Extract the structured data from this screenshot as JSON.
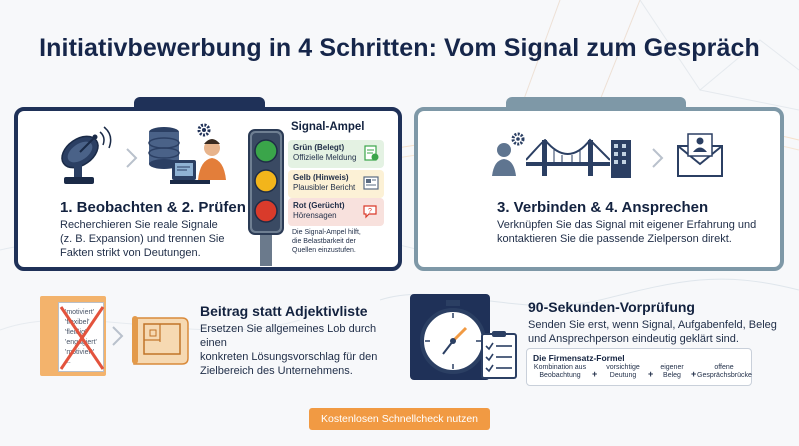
{
  "title": "Initiativbewerbung in 4 Schritten: Vom Signal zum Gespräch",
  "panel_left": {
    "heading": "1. Beobachten & 2. Prüfen",
    "text_lines": [
      "Recherchieren Sie reale Signale",
      "(z. B. Expansion) und trennen Sie",
      "Fakten strikt von Deutungen."
    ]
  },
  "ampel": {
    "title": "Signal-Ampel",
    "rows": [
      {
        "title": "Grün (Belegt)",
        "desc": "Offizielle Meldung",
        "color": "#3aa54a",
        "bg": "#e4f2e3"
      },
      {
        "title": "Gelb (Hinweis)",
        "desc": "Plausibler Bericht",
        "color": "#f3b51b",
        "bg": "#fcf1d6"
      },
      {
        "title": "Rot (Gerücht)",
        "desc": "Hörensagen",
        "color": "#d93b2b",
        "bg": "#f8e1dd"
      }
    ],
    "note_lines": [
      "Die Signal-Ampel hilft,",
      "die Belastbarkeit der",
      "Quellen einzustufen."
    ]
  },
  "panel_right": {
    "heading": "3. Verbinden & 4. Ansprechen",
    "text_lines": [
      "Verknüpfen Sie das Signal mit eigener Erfahrung und",
      "kontaktieren Sie die passende Zielperson direkt."
    ]
  },
  "beitrag": {
    "crossed_words": [
      "'motiviert'",
      "'flexibel'",
      "'fleißig'",
      "'engagiert'",
      "'motiviert'",
      "..."
    ],
    "heading": "Beitrag statt Adjektivliste",
    "text_lines": [
      "Ersetzen Sie allgemeines Lob durch einen",
      "konkreten Lösungsvorschlag für den",
      "Zielbereich des Unternehmens."
    ]
  },
  "vorpruefung": {
    "heading": "90-Sekunden-Vorprüfung",
    "text_lines": [
      "Senden Sie erst, wenn Signal, Aufgabenfeld, Beleg",
      "und Ansprechperson eindeutig geklärt sind."
    ],
    "formula": {
      "title": "Die Firmensatz-Formel",
      "items": [
        [
          "Kombination aus",
          "Beobachtung"
        ],
        [
          "vorsichtige",
          "Deutung"
        ],
        [
          "eigener",
          "Beleg"
        ],
        [
          "offene",
          "Gesprächsbrücke"
        ]
      ],
      "plus": "+"
    }
  },
  "cta_label": "Kostenlosen Schnellcheck nutzen",
  "colors": {
    "navy": "#1f3158",
    "steel": "#7e98a7",
    "orange": "#f19a43"
  },
  "icons": [
    "satellite-dish-icon",
    "chevron-right-icon",
    "database-icon",
    "analyst-workstation-icon",
    "gear-icon",
    "traffic-light-icon",
    "document-check-icon",
    "newspaper-icon",
    "speech-bubble-question-icon",
    "person-gear-icon",
    "bridge-icon",
    "office-building-icon",
    "envelope-person-icon",
    "crossed-list-icon",
    "blueprint-icon",
    "stopwatch-icon",
    "checklist-icon"
  ]
}
